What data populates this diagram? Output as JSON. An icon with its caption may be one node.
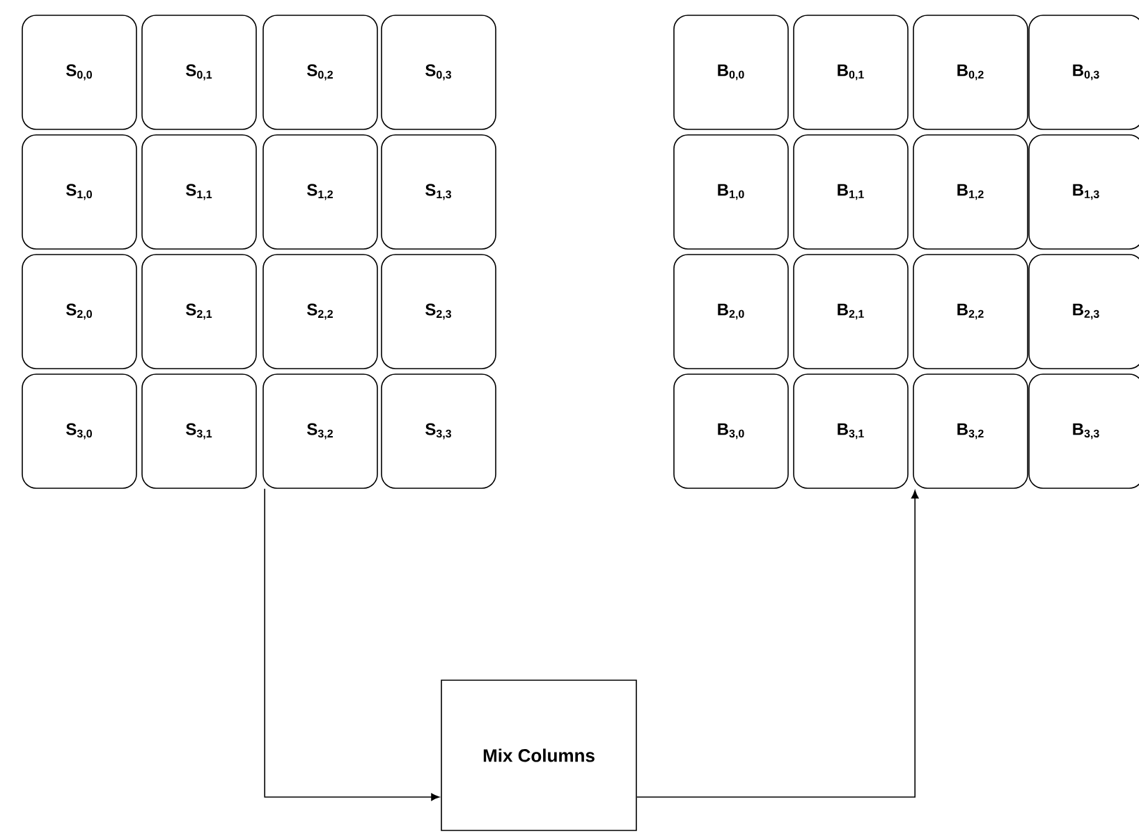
{
  "diagram": {
    "nodes": [
      {
        "text": [
          "S$_{0,0}$"
        ]
      },
      {
        "text": [
          "S$_{0,1}$"
        ]
      },
      {
        "text": [
          "S$_{0,2}$"
        ]
      },
      {
        "text": [
          "S$_{0,3}$"
        ]
      },
      {
        "text": [
          "S$_{1,0}$"
        ]
      },
      {
        "text": [
          "S$_{1,1}$"
        ]
      },
      {
        "text": [
          "S$_{1,2}$"
        ]
      },
      {
        "text": [
          "S$_{1,3}$"
        ]
      },
      {
        "text": [
          "S$_{2,0}$"
        ]
      },
      {
        "text": [
          "S$_{2,1}$"
        ]
      },
      {
        "text": [
          "S$_{2,2}$"
        ]
      },
      {
        "text": [
          "S$_{2,3}$"
        ]
      },
      {
        "text": [
          "S$_{3,0}$"
        ]
      },
      {
        "text": [
          "S$_{3,1}$"
        ]
      },
      {
        "text": [
          "S$_{3,2}$"
        ]
      },
      {
        "text": [
          "S$_{3,3}$"
        ]
      },
      {
        "text": [
          "B$_{0,0}$"
        ]
      },
      {
        "text": [
          "B$_{0,1}$"
        ]
      },
      {
        "text": [
          "B$_{0,2}$"
        ]
      },
      {
        "text": [
          "B$_{0,3}$"
        ]
      },
      {
        "text": [
          "B$_{1,0}$"
        ]
      },
      {
        "text": [
          "B$_{1,1}$"
        ]
      },
      {
        "text": [
          "B$_{1,2}$"
        ]
      },
      {
        "text": [
          "B$_{1,3}$"
        ]
      },
      {
        "text": [
          "B$_{2,0}$"
        ]
      },
      {
        "text": [
          "B$_{2,1}$"
        ]
      },
      {
        "text": [
          "B$_{2,2}$"
        ]
      },
      {
        "text": [
          "B$_{2,3}$"
        ]
      },
      {
        "text": [
          "B$_{3,0}$"
        ]
      },
      {
        "text": [
          "B$_{3,1}$"
        ]
      },
      {
        "text": [
          "B$_{3,2}$"
        ]
      },
      {
        "text": [
          "B$_{3,3}$"
        ]
      },
      {
        "text": [
          "Mix Columns"
        ]
      }
    ],
    "edges": [
      {
        "from": 14,
        "to": 32,
        "arrow": "to"
      },
      {
        "from": 32,
        "to": 30,
        "arrow": "to"
      }
    ]
  }
}
